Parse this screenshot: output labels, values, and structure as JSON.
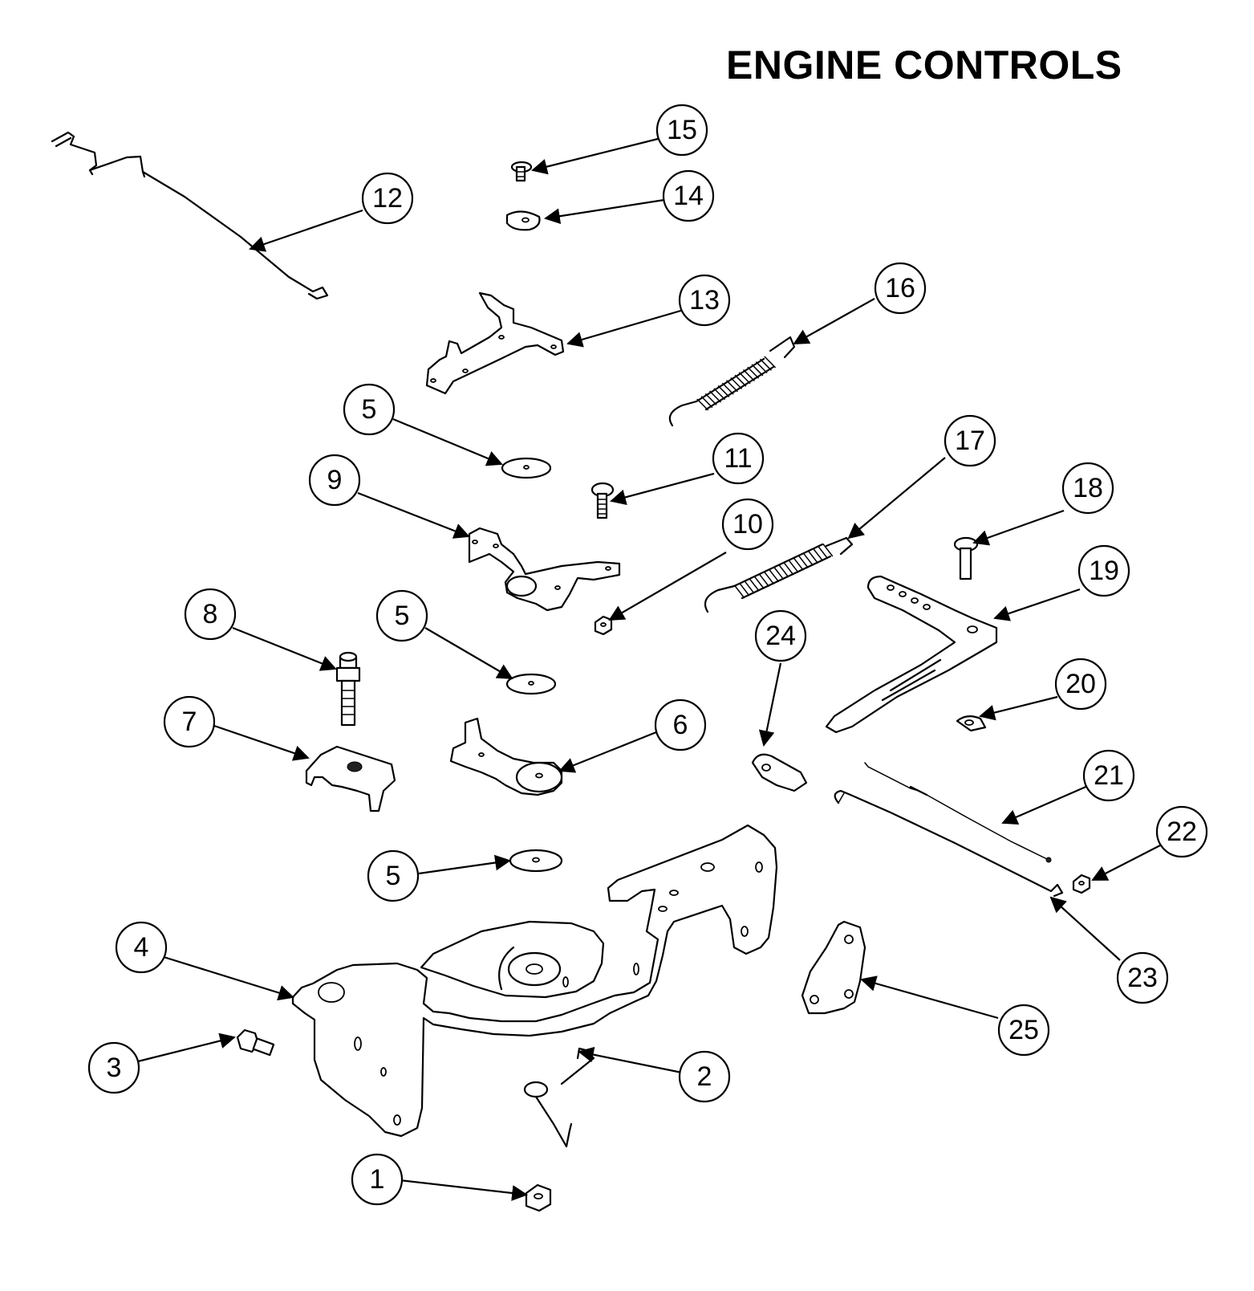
{
  "title": "ENGINE CONTROLS",
  "callouts": [
    "1",
    "2",
    "3",
    "4",
    "5",
    "5",
    "5",
    "6",
    "7",
    "8",
    "9",
    "10",
    "11",
    "12",
    "13",
    "14",
    "15",
    "16",
    "17",
    "18",
    "19",
    "20",
    "21",
    "22",
    "23",
    "24",
    "25"
  ]
}
